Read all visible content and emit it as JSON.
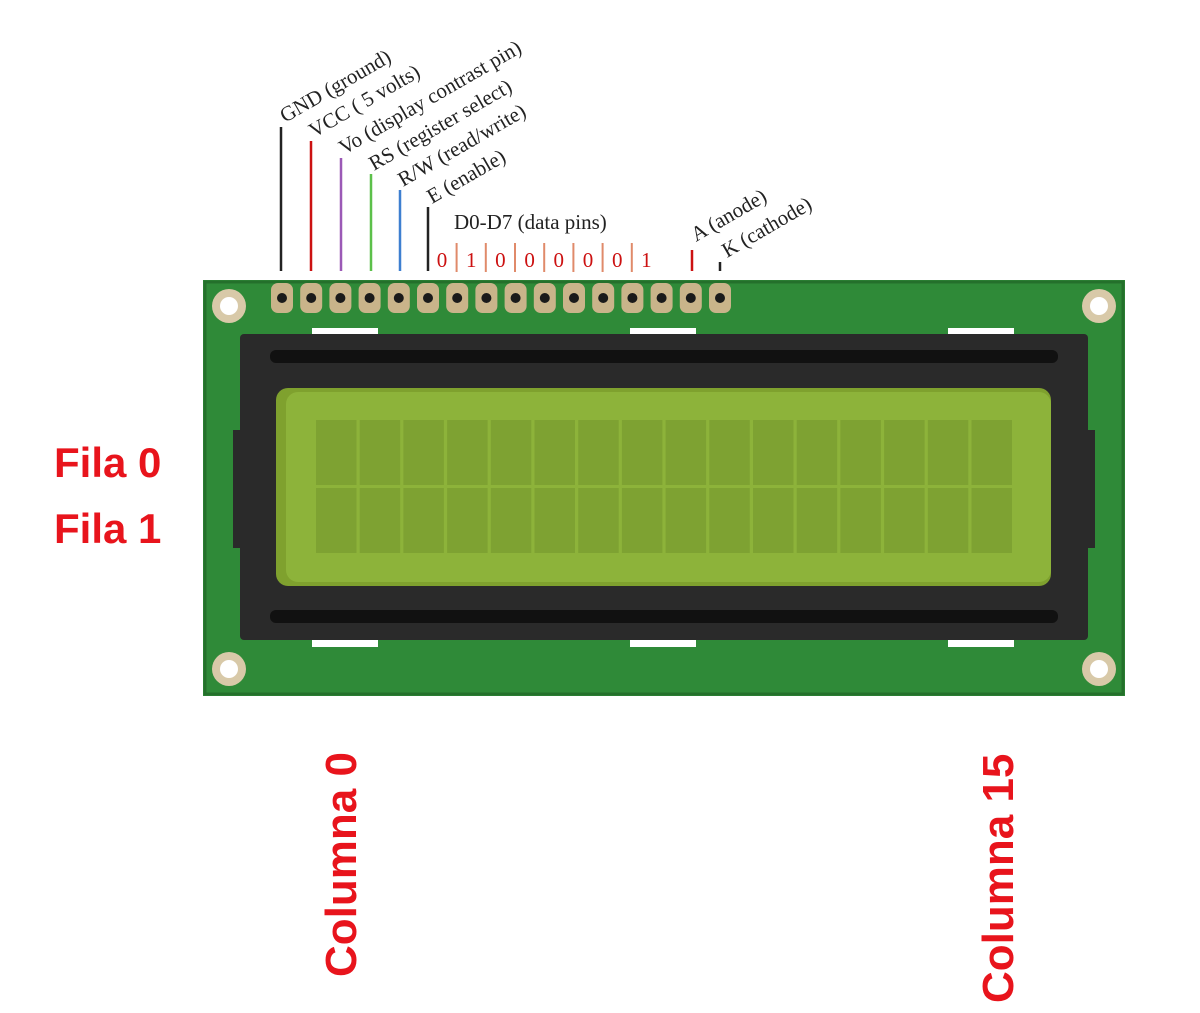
{
  "pin_labels": {
    "gnd": "GND (ground)",
    "vcc": "VCC ( 5 volts)",
    "vo": "Vo (display contrast pin)",
    "rs": "RS (register select)",
    "rw": "R/W (read/write)",
    "e": "E (enable)",
    "data": "D0-D7 (data pins)",
    "a": "A (anode)",
    "k": "K (cathode)"
  },
  "data_bits": [
    "0",
    "1",
    "0",
    "0",
    "0",
    "0",
    "0",
    "1"
  ],
  "rows": [
    "Fila 0",
    "Fila 1"
  ],
  "columns": {
    "first": "Columna 0",
    "last": "Columna 15"
  },
  "colors": {
    "board": "#2f8a38",
    "bezel": "#2a2a2a",
    "screen": "#8db33a",
    "cell": "#7ea232",
    "accent_red": "#e8141c",
    "gnd_wire": "#222222",
    "vcc_wire": "#cc1111",
    "vo_wire": "#9b59b6",
    "rs_wire": "#5cc04a",
    "rw_wire": "#3d7fd0",
    "e_wire": "#222222",
    "anode_wire": "#cc1111",
    "cathode_wire": "#222222"
  }
}
